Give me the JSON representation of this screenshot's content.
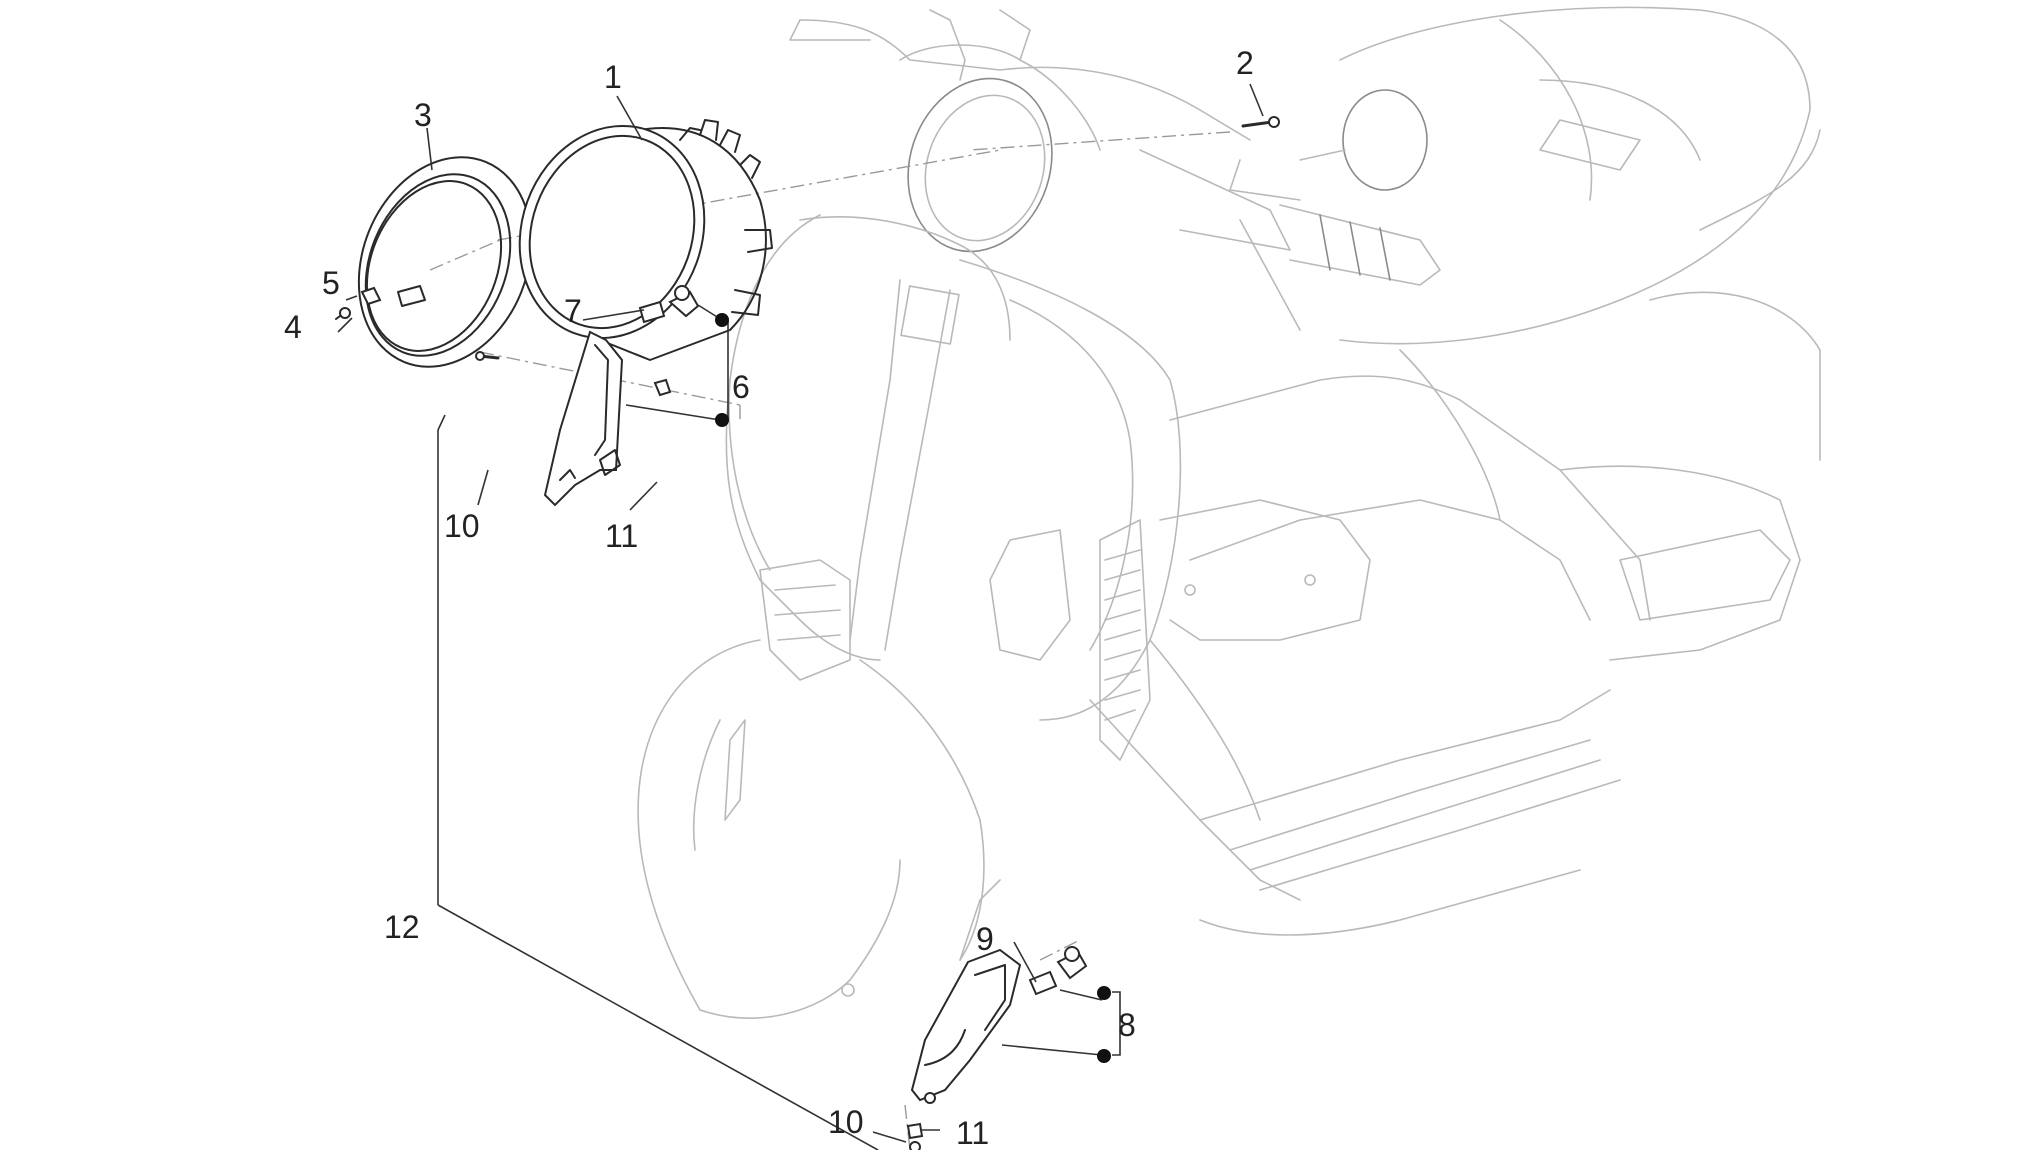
{
  "callouts": [
    {
      "id": "c1",
      "label": "1"
    },
    {
      "id": "c2",
      "label": "2"
    },
    {
      "id": "c3",
      "label": "3"
    },
    {
      "id": "c4",
      "label": "4"
    },
    {
      "id": "c5",
      "label": "5"
    },
    {
      "id": "c6",
      "label": "6"
    },
    {
      "id": "c7",
      "label": "7"
    },
    {
      "id": "c8",
      "label": "8"
    },
    {
      "id": "c9",
      "label": "9"
    },
    {
      "id": "c10a",
      "label": "10"
    },
    {
      "id": "c11a",
      "label": "11"
    },
    {
      "id": "c10b",
      "label": "10"
    },
    {
      "id": "c11b",
      "label": "11"
    },
    {
      "id": "c12",
      "label": "12"
    }
  ],
  "colors": {
    "background": "#ffffff",
    "scooter_line": "#b9b9b9",
    "part_line": "#2a2a2a",
    "dot": "#111111"
  }
}
